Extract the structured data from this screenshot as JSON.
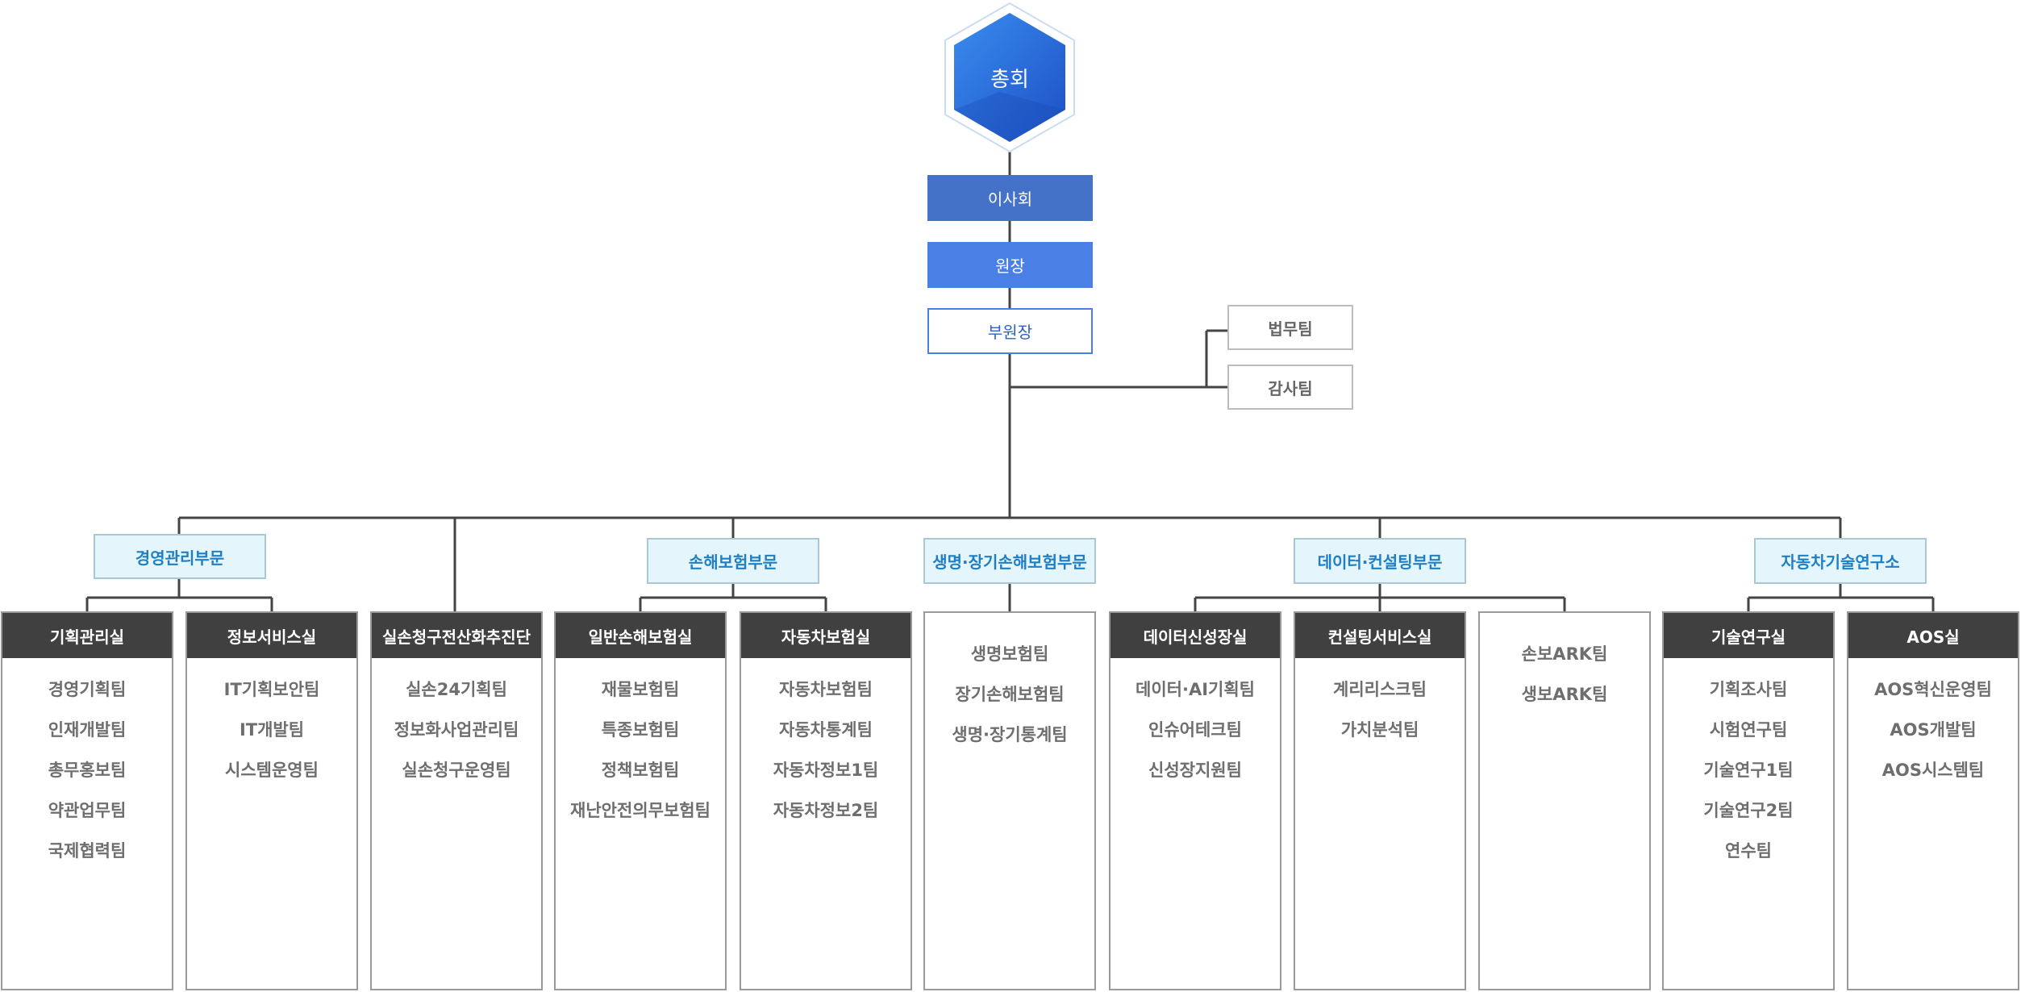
{
  "top": {
    "assembly": "총회",
    "board": "이사회",
    "president": "원장",
    "vice_president": "부원장",
    "side_teams": [
      "법무팀",
      "감사팀"
    ]
  },
  "divisions": {
    "management": "경영관리부문",
    "nonlife": "손해보험부문",
    "life": "생명·장기손해보험부문",
    "data": "데이터·컨설팅부문",
    "auto_institute": "자동차기술연구소"
  },
  "columns": [
    {
      "head": "기획관리실",
      "items": [
        "경영기획팀",
        "인재개발팀",
        "총무홍보팀",
        "약관업무팀",
        "국제협력팀"
      ]
    },
    {
      "head": "정보서비스실",
      "items": [
        "IT기획보안팀",
        "IT개발팀",
        "시스템운영팀"
      ]
    },
    {
      "head": "실손청구전산화추진단",
      "items": [
        "실손24기획팀",
        "정보화사업관리팀",
        "실손청구운영팀"
      ]
    },
    {
      "head": "일반손해보험실",
      "items": [
        "재물보험팀",
        "특종보험팀",
        "정책보험팀",
        "재난안전의무보험팀"
      ]
    },
    {
      "head": "자동차보험실",
      "items": [
        "자동차보험팀",
        "자동차통계팀",
        "자동차정보1팀",
        "자동차정보2팀"
      ]
    },
    {
      "head": "",
      "items": [
        "생명보험팀",
        "장기손해보험팀",
        "생명·장기통계팀"
      ]
    },
    {
      "head": "데이터신성장실",
      "items": [
        "데이터·AI기획팀",
        "인슈어테크팀",
        "신성장지원팀"
      ]
    },
    {
      "head": "컨설팅서비스실",
      "items": [
        "계리리스크팀",
        "가치분석팀"
      ]
    },
    {
      "head": "",
      "items": [
        "손보ARK팀",
        "생보ARK팀"
      ]
    },
    {
      "head": "기술연구실",
      "items": [
        "기획조사팀",
        "시험연구팀",
        "기술연구1팀",
        "기술연구2팀",
        "연수팀"
      ]
    },
    {
      "head": "AOS실",
      "items": [
        "AOS혁신운영팀",
        "AOS개발팀",
        "AOS시스템팀"
      ]
    }
  ]
}
